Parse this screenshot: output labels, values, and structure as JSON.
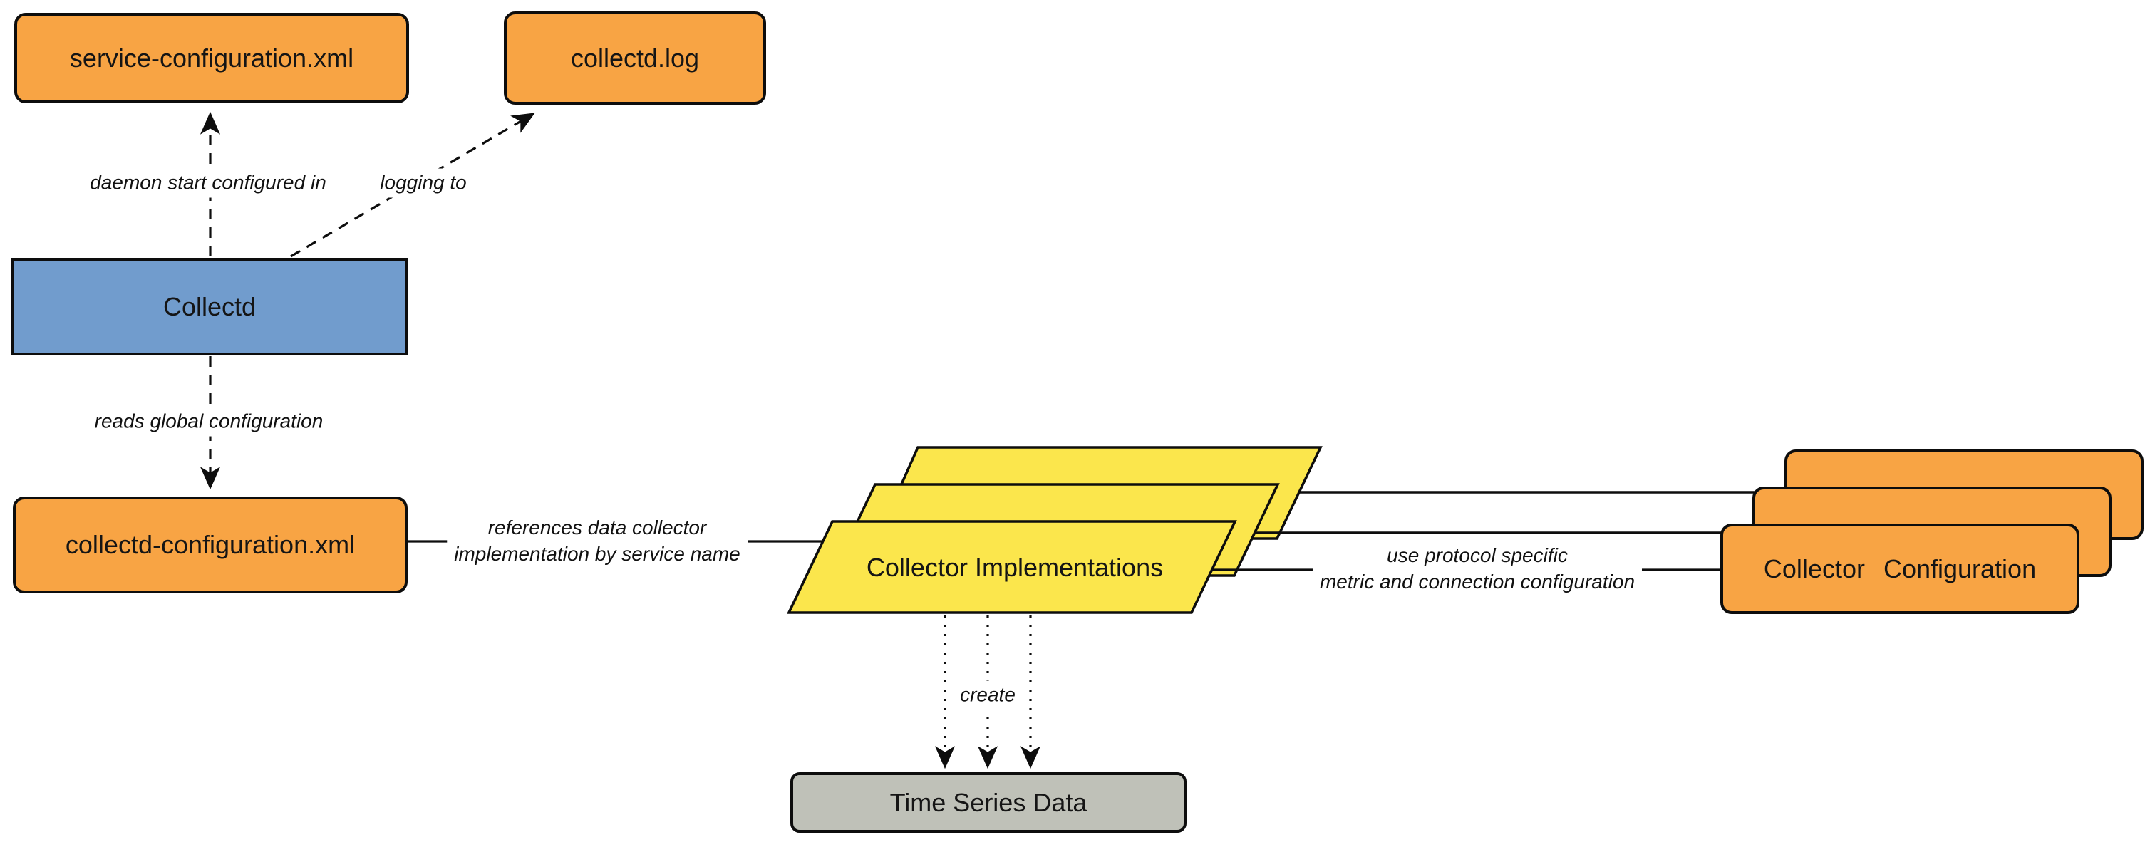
{
  "nodes": {
    "service_configuration": {
      "label": "service-configuration.xml",
      "fill": "#F8A444"
    },
    "collectd_log": {
      "label": "collectd.log",
      "fill": "#F8A444"
    },
    "collectd": {
      "label": "Collectd",
      "fill": "#719CCD"
    },
    "collectd_configuration": {
      "label": "collectd-configuration.xml",
      "fill": "#F8A444"
    },
    "collector_implementations": {
      "label": "Collector Implementations",
      "fill": "#FBE64C"
    },
    "collector_configuration": {
      "label": "Collector Configuration",
      "fill": "#F8A444"
    },
    "time_series_data": {
      "label": "Time Series Data",
      "fill": "#BFC1B8"
    }
  },
  "edges": {
    "daemon_start": {
      "label": "daemon start configured in"
    },
    "logging_to": {
      "label": "logging to"
    },
    "reads_global": {
      "label": "reads global configuration"
    },
    "references": {
      "label": "references data collector\nimplementation by service name"
    },
    "use_protocol": {
      "label": "use protocol specific\nmetric and connection configuration"
    },
    "create": {
      "label": "create"
    }
  },
  "colors": {
    "border": "#0d0d0d",
    "background": "#ffffff",
    "text": "#151515"
  }
}
